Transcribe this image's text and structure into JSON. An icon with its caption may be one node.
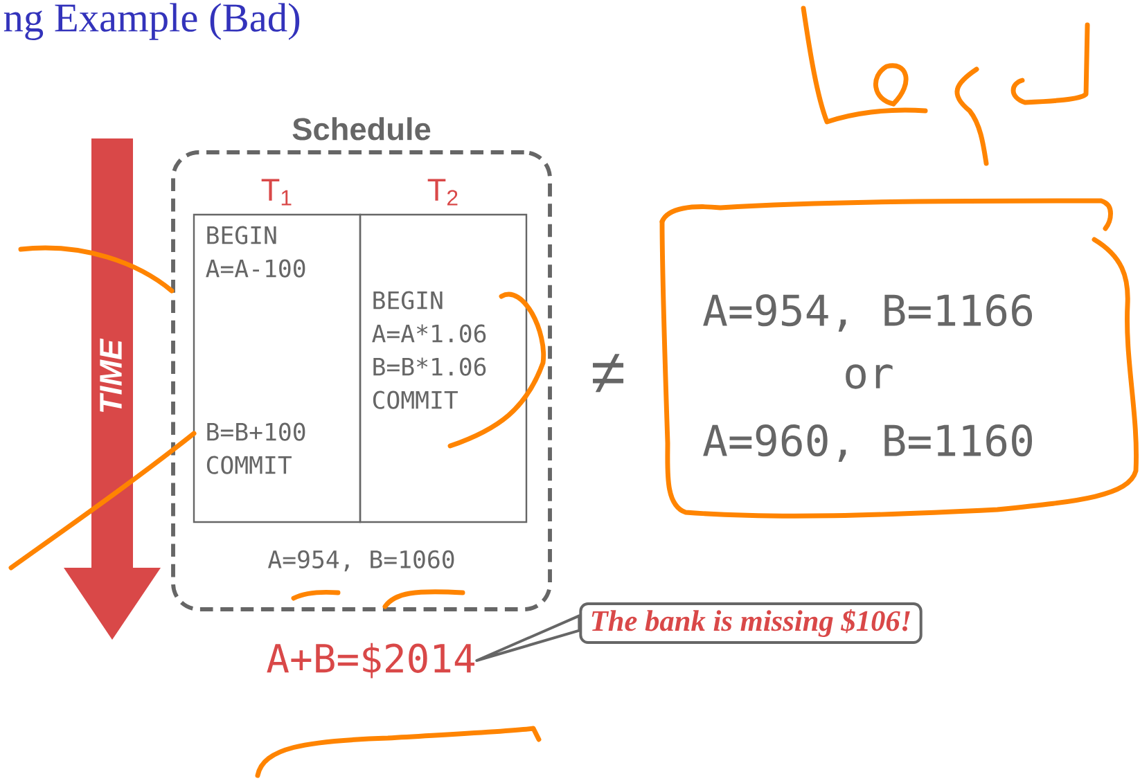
{
  "diagram": {
    "title": "ng Example (Bad)",
    "nodes": [
      {
        "text": [
          "Schedule",
          "A=954, B=1060"
        ]
      },
      {
        "text": [
          "T$_{1}$",
          "BEGIN A=A-100",
          "B=B+100 COMMIT"
        ],
        "in": 0
      },
      {
        "text": [
          "T$_{2}$",
          "BEGIN A=A*1.06 B=B*1.06 COMMIT"
        ],
        "in": 0
      },
      {
        "text": [
          "A+B=$2014"
        ]
      },
      {
        "text": [
          "The bank is missing $106!"
        ]
      }
    ],
    "edges": [
      {
        "from": 4,
        "to": 3,
        "arrow": "none"
      }
    ],
    "labels": [
      "TIME",
      "≠",
      "A=954, B=1166",
      "or",
      "A=960, B=1160"
    ]
  }
}
